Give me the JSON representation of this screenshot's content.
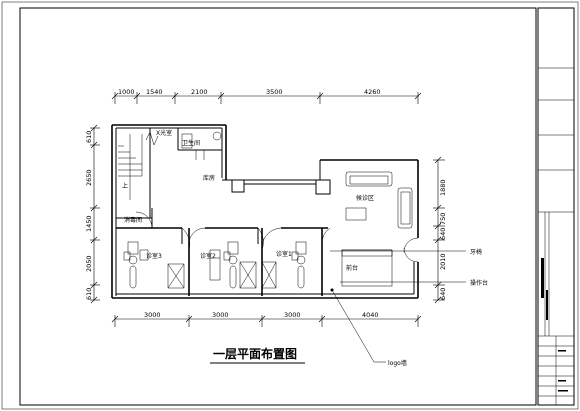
{
  "title": "一层平面布置图",
  "top_dims": [
    "1000",
    "1540",
    "2100",
    "3500",
    "4260"
  ],
  "bottom_dims": [
    "3000",
    "3000",
    "3000",
    "4040"
  ],
  "left_dims": [
    "610",
    "2650",
    "1450",
    "2050",
    "610"
  ],
  "right_dims": [
    "1880",
    "750",
    "640",
    "2010",
    "640"
  ],
  "rooms": {
    "xray": "X光室",
    "toilet": "卫生间",
    "storage": "库房",
    "up": "上",
    "waiting": "候诊区",
    "disinfect": "消毒间",
    "exam3": "诊室3",
    "exam2": "诊室2",
    "exam1": "诊室1",
    "reception": "前台"
  },
  "callouts": {
    "arrow": "牙椅",
    "console": "操作台",
    "logo": "logo墙"
  }
}
